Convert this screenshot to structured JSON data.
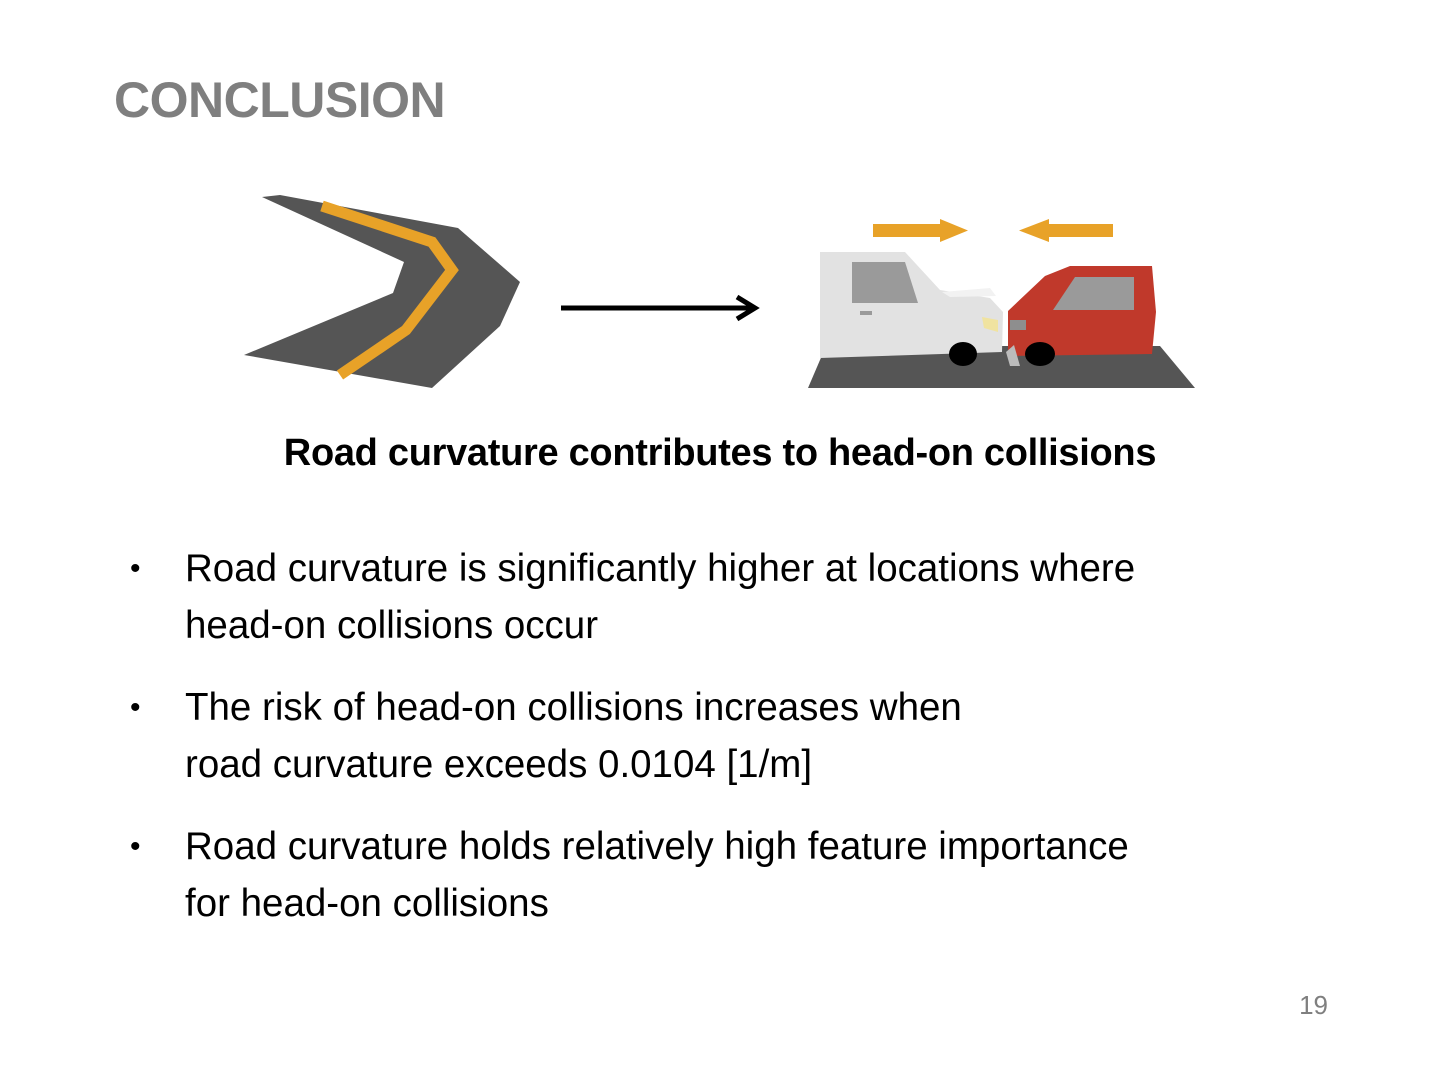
{
  "slide": {
    "title": "CONCLUSION",
    "subtitle": "Road curvature contributes to head-on collisions",
    "page_number": "19"
  },
  "bullets": [
    {
      "lines": [
        "Road curvature is significantly higher at locations where",
        "head-on collisions occur"
      ]
    },
    {
      "lines": [
        "The risk of head-on collisions increases when",
        "road curvature exceeds 0.0104 [1/m]"
      ]
    },
    {
      "lines": [
        "Road curvature holds relatively high feature importance",
        "for head-on collisions"
      ]
    }
  ],
  "colors": {
    "road": "#555555",
    "center_line": "#e8a228",
    "white_car": "#e2e2e2",
    "red_car": "#c0392b",
    "window": "#9a9a9a",
    "title_gray": "#7f7f7f"
  },
  "icons": [
    "curved-road-icon",
    "right-arrow-icon",
    "head-on-collision-icon"
  ]
}
